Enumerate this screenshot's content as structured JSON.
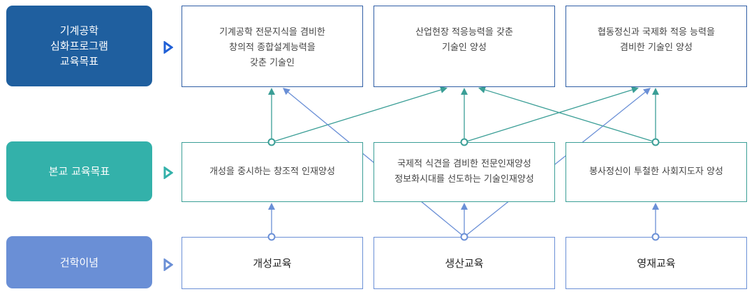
{
  "rows": [
    {
      "label": "기계공학\n심화프로그램\n교육목표",
      "color": "#1f5f9f",
      "boxes": [
        "기계공학 전문지식을 겸비한\n창의적 종합설계능력을\n갖춘 기술인",
        "산업현장 적응능력을 갖춘\n기술인 양성",
        "협동정신과 국제화 적응 능력을\n겸비한 기술인 양성"
      ]
    },
    {
      "label": "본교 교육목표",
      "color": "#33b1aa",
      "boxes": [
        "개성을 중시하는 창조적 인재양성",
        "국제적 식견을 겸비한 전문인재양성\n정보화시대를 선도하는 기술인재양성",
        "봉사정신이 투철한 사회지도자 양성"
      ]
    },
    {
      "label": "건학이념",
      "color": "#6a8fd6",
      "boxes": [
        "개성교육",
        "생산교육",
        "영재교육"
      ]
    }
  ],
  "connections": {
    "teal_color": "#3a9e96",
    "blue_color": "#6a8fd6",
    "school_goals_to_program_goals": [
      {
        "from": 0,
        "to": 0
      },
      {
        "from": 0,
        "to": 1
      },
      {
        "from": 1,
        "to": 1
      },
      {
        "from": 1,
        "to": 2
      },
      {
        "from": 2,
        "to": 2
      },
      {
        "from": 2,
        "to": 1
      }
    ],
    "founding_to_school_goals": [
      {
        "from": 0,
        "to": 0
      },
      {
        "from": 1,
        "to": 1
      },
      {
        "from": 2,
        "to": 2
      }
    ],
    "founding_to_program_goals": [
      {
        "from": 1,
        "to": 0
      },
      {
        "from": 1,
        "to": 2
      }
    ]
  }
}
